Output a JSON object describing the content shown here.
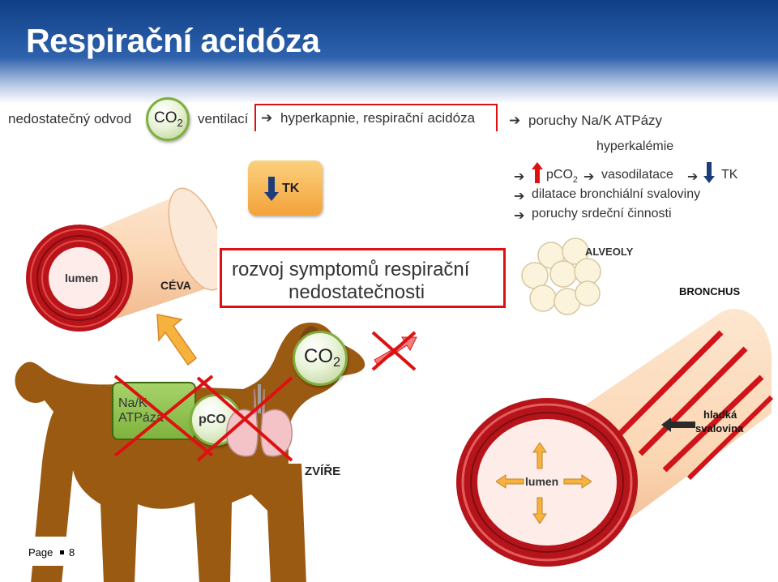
{
  "title": "Respirační acidóza",
  "top_line": {
    "text_before": "nedostatečný odvod",
    "co2_main": "CO",
    "co2_sub": "2",
    "text_after": "ventilací",
    "hyperkapnie": "hyperkapnie, respirační acidóza",
    "poruchy": "poruchy Na/K ATPázy"
  },
  "hyperkalemie": "hyperkalémie",
  "effects": {
    "pco2_main": "pCO",
    "pco2_sub": "2",
    "vasodilatace": "vasodilatace",
    "tk": "TK",
    "line2": "dilatace bronchiální svaloviny",
    "line3": "poruchy srdeční činnosti"
  },
  "tk_box_label": "TK",
  "vessel": {
    "lumen": "lumen",
    "label": "CÉVA"
  },
  "symptom_box": {
    "line1": "rozvoj symptomů respirační",
    "line2": "nedostatečnosti"
  },
  "bronchus": {
    "alveoly": "ALVEOLY",
    "label": "BRONCHUS",
    "lumen": "lumen",
    "smooth_muscle_line1": "hladká",
    "smooth_muscle_line2": "svalovina"
  },
  "animal": {
    "label": "ZVÍŘE",
    "co2_main": "CO",
    "co2_sub": "2",
    "natk_line1": "Na/K",
    "natk_line2": "ATPáza",
    "pco_label": "pCO"
  },
  "footer": {
    "page_label": "Page",
    "page_number": "8"
  },
  "colors": {
    "title_blue": "#1d4f9a",
    "accent_red": "#d11111",
    "dog_brown": "#9b5a12",
    "muscle_red": "#c8141a",
    "pale_pink": "#fbe0c8",
    "green_box": "#8ec24a"
  }
}
